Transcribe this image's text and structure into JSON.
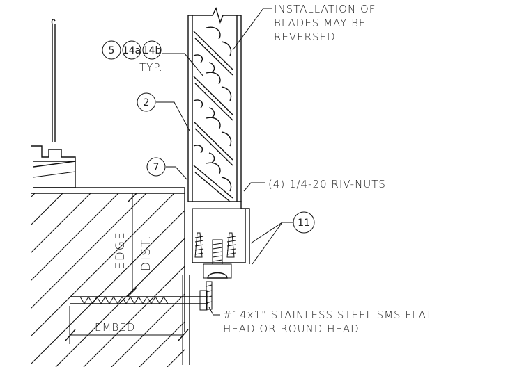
{
  "notes": {
    "installation_line1": "INSTALLATION OF",
    "installation_line2": "BLADES MAY BE",
    "installation_line3": "REVERSED",
    "typ": "TYP.",
    "rivnuts": "(4) 1/4-20 RIV-NUTS",
    "screw_line1": "#14x1\" STAINLESS STEEL SMS FLAT",
    "screw_line2": "HEAD OR ROUND HEAD"
  },
  "tags": {
    "t5": "5",
    "t14a": "14a",
    "t14b": "14b",
    "t2": "2",
    "t7": "7",
    "t11": "11"
  },
  "dimensions": {
    "edge": "EDGE",
    "dist": "DIST.",
    "embed": "EMBED."
  }
}
